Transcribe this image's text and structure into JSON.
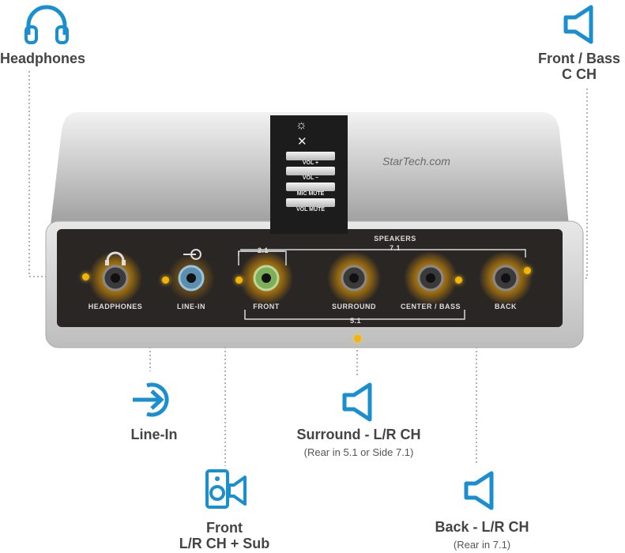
{
  "callouts": {
    "headphones": "Headphones",
    "front_bass_line1": "Front / Bass",
    "front_bass_line2": "C CH",
    "line_in": "Line-In",
    "surround": "Surround - L/R CH",
    "surround_note": "(Rear in 5.1 or Side 7.1)",
    "front_line1": "Front",
    "front_line2": "L/R CH + Sub",
    "back": "Back - L/R CH",
    "back_note": "(Rear in 7.1)"
  },
  "device": {
    "brand": "StarTech.com",
    "speakers_label": "SPEAKERS",
    "speakers_71": "7.1",
    "front_21": "2.1",
    "bottom_51": "5.1",
    "buttons": [
      "VOL +",
      "VOL −",
      "MIC MUTE",
      "VOL MUTE"
    ],
    "jacks": [
      "HEADPHONES",
      "LINE-IN",
      "FRONT",
      "SURROUND",
      "CENTER / BASS",
      "BACK"
    ]
  },
  "colors": {
    "icon_blue": "#1a8fcf",
    "led_amber": "#f6b400",
    "panel_dark": "#2a2624"
  },
  "icons": [
    "headphones-icon",
    "speaker-icon",
    "line-in-icon",
    "front-speaker-icon"
  ]
}
